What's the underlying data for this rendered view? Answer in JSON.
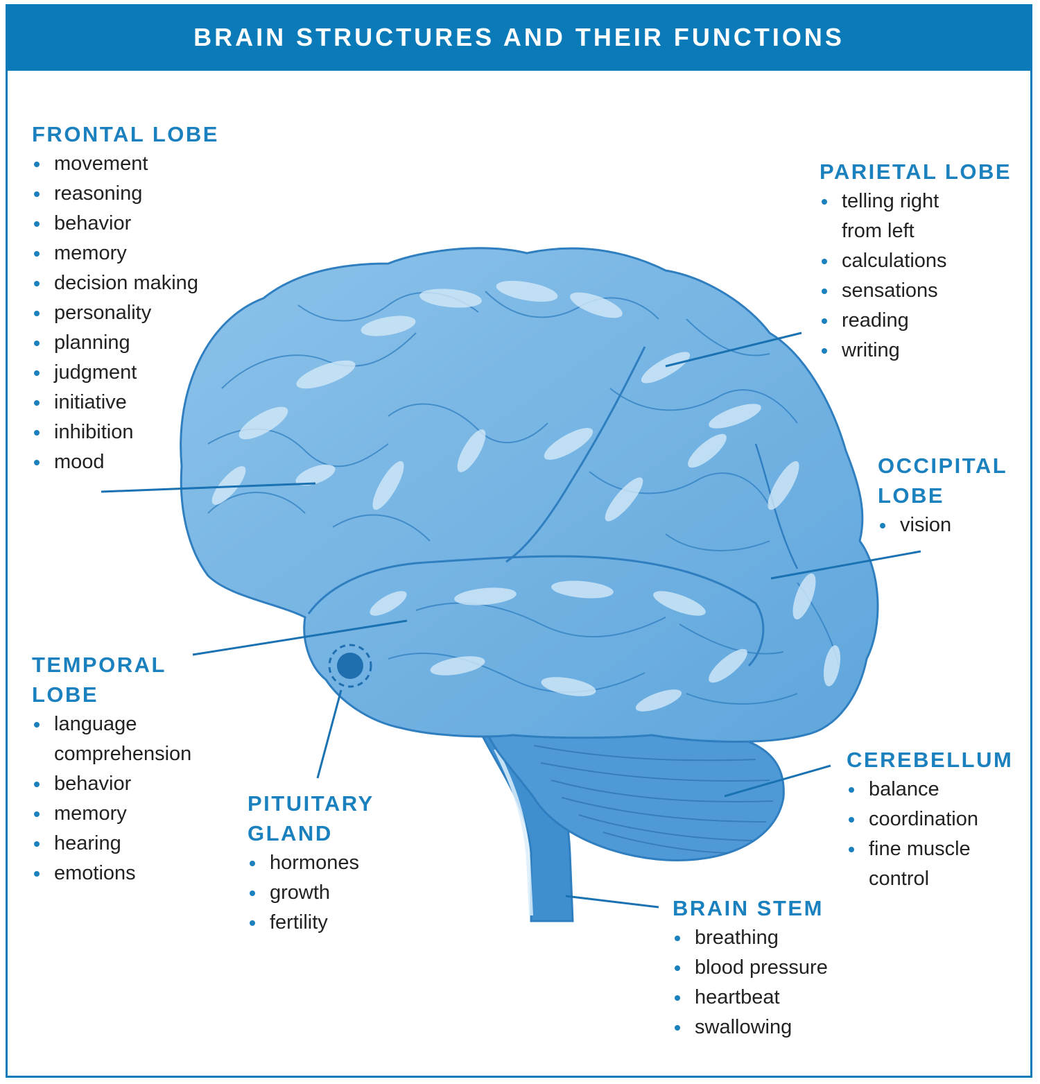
{
  "title": "BRAIN STRUCTURES AND THEIR FUNCTIONS",
  "colors": {
    "accent": "#0a7ab8",
    "label": "#1a80be",
    "brain_fill": "#6aaee0",
    "brain_light": "#cfe6f6",
    "brain_line": "#3a86c4"
  },
  "regions": {
    "frontal": {
      "title": [
        "FRONTAL LOBE"
      ],
      "items": [
        "movement",
        "reasoning",
        "behavior",
        "memory",
        "decision making",
        "personality",
        "planning",
        "judgment",
        "initiative",
        "inhibition",
        "mood"
      ]
    },
    "parietal": {
      "title": [
        "PARIETAL LOBE"
      ],
      "items": [
        [
          "telling right",
          "from left"
        ],
        "calculations",
        "sensations",
        "reading",
        "writing"
      ]
    },
    "occipital": {
      "title": [
        "OCCIPITAL",
        "LOBE"
      ],
      "items": [
        "vision"
      ]
    },
    "temporal": {
      "title": [
        "TEMPORAL",
        "LOBE"
      ],
      "items": [
        [
          "language",
          "comprehension"
        ],
        "behavior",
        "memory",
        "hearing",
        "emotions"
      ]
    },
    "pituitary": {
      "title": [
        "PITUITARY",
        "GLAND"
      ],
      "items": [
        "hormones",
        "growth",
        "fertility"
      ]
    },
    "cerebellum": {
      "title": [
        "CEREBELLUM"
      ],
      "items": [
        "balance",
        "coordination",
        [
          "fine muscle",
          "control"
        ]
      ]
    },
    "brainstem": {
      "title": [
        "BRAIN STEM"
      ],
      "items": [
        "breathing",
        "blood pressure",
        "heartbeat",
        "swallowing"
      ]
    }
  }
}
